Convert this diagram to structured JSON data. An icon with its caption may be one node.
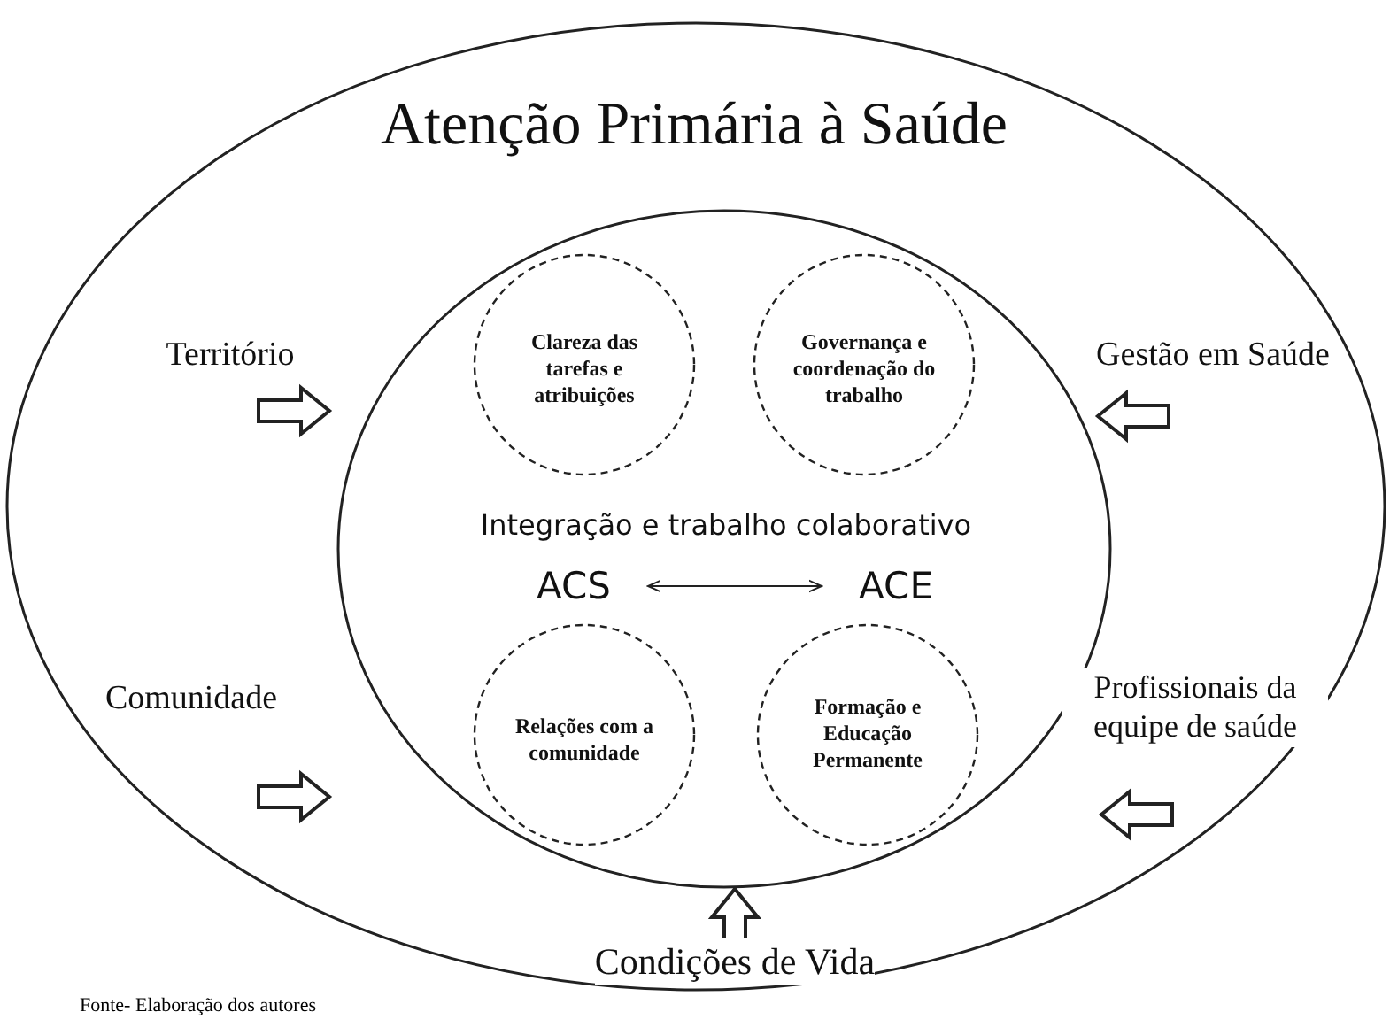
{
  "diagram": {
    "nodes": [
      {
        "text": [
          "Atenção Primária à Saúde"
        ]
      },
      {
        "text": [
          "Integração e trabalho colaborativo"
        ],
        "in": 0
      },
      {
        "text": [
          "Clareza das tarefas e atribuições"
        ],
        "in": 1
      },
      {
        "text": [
          "Governança e coordenação do trabalho"
        ],
        "in": 1
      },
      {
        "text": [
          "Relações com a comunidade"
        ],
        "in": 1
      },
      {
        "text": [
          "Formação e Educação Permanente"
        ],
        "in": 1
      },
      {
        "text": [
          "ACS"
        ],
        "in": 1
      },
      {
        "text": [
          "ACE"
        ],
        "in": 1
      },
      {
        "text": [
          "Território"
        ],
        "in": 0
      },
      {
        "text": [
          "Comunidade"
        ],
        "in": 0
      },
      {
        "text": [
          "Gestão em Saúde"
        ],
        "in": 0
      },
      {
        "text": [
          "Profissionais da equipe de saúde"
        ],
        "in": 0
      },
      {
        "text": [
          "Condições de Vida"
        ],
        "in": 0
      }
    ],
    "edges": [
      {
        "from": 6,
        "to": 7,
        "arrow": "both"
      },
      {
        "from": 8,
        "to": 1,
        "arrow": "to"
      },
      {
        "from": 10,
        "to": 1,
        "arrow": "to"
      },
      {
        "from": 9,
        "to": 1,
        "arrow": "to"
      },
      {
        "from": 11,
        "to": 1,
        "arrow": "to"
      },
      {
        "from": 12,
        "to": 1,
        "arrow": "to"
      }
    ],
    "caption": "Fonte- Elaboração dos autores"
  }
}
